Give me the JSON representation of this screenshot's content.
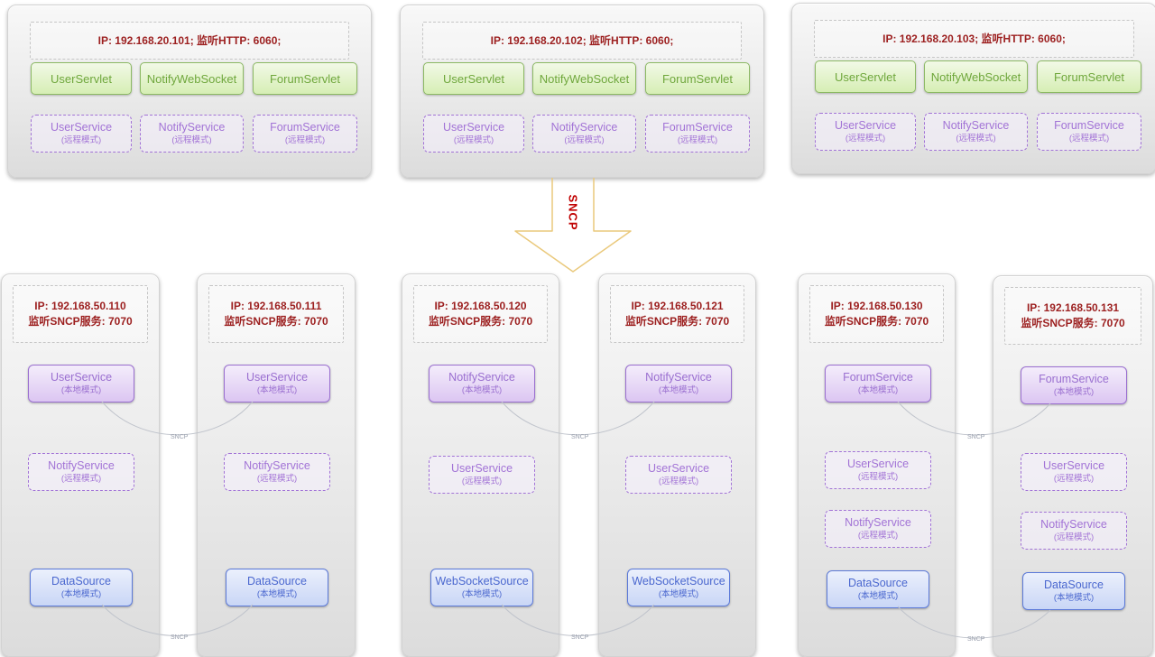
{
  "diagram": {
    "arrow_label": "SNCP",
    "connector_label": "SNCP"
  },
  "colors": {
    "ip_text": "#9c1f1f",
    "servlet_green": "#6fa73c",
    "service_purple": "#9a6fd0",
    "datasource_blue": "#4a67cf",
    "arrow_outline": "#eac97c",
    "connector_gray": "#c0c4cc"
  },
  "web_servers": [
    {
      "header": "IP: 192.168.20.101;  监听HTTP: 6060;",
      "servlets": [
        "UserServlet",
        "NotifyWebSocket",
        "ForumServlet"
      ],
      "services": [
        {
          "name": "UserService",
          "mode": "(远程模式)"
        },
        {
          "name": "NotifyService",
          "mode": "(远程模式)"
        },
        {
          "name": "ForumService",
          "mode": "(远程模式)"
        }
      ]
    },
    {
      "header": "IP: 192.168.20.102;  监听HTTP: 6060;",
      "servlets": [
        "UserServlet",
        "NotifyWebSocket",
        "ForumServlet"
      ],
      "services": [
        {
          "name": "UserService",
          "mode": "(远程模式)"
        },
        {
          "name": "NotifyService",
          "mode": "(远程模式)"
        },
        {
          "name": "ForumService",
          "mode": "(远程模式)"
        }
      ]
    },
    {
      "header": "IP: 192.168.20.103;  监听HTTP: 6060;",
      "servlets": [
        "UserServlet",
        "NotifyWebSocket",
        "ForumServlet"
      ],
      "services": [
        {
          "name": "UserService",
          "mode": "(远程模式)"
        },
        {
          "name": "NotifyService",
          "mode": "(远程模式)"
        },
        {
          "name": "ForumService",
          "mode": "(远程模式)"
        }
      ]
    }
  ],
  "service_servers": [
    {
      "ip": "IP: 192.168.50.110",
      "listen": "监听SNCP服务: 7070",
      "components": [
        {
          "name": "UserService",
          "mode": "(本地模式)",
          "style": "solid-purple"
        },
        {
          "name": "NotifyService",
          "mode": "(远程模式)",
          "style": "dashed-purple"
        },
        {
          "name": "DataSource",
          "mode": "(本地模式)",
          "style": "solid-blue"
        }
      ]
    },
    {
      "ip": "IP: 192.168.50.111",
      "listen": "监听SNCP服务: 7070",
      "components": [
        {
          "name": "UserService",
          "mode": "(本地模式)",
          "style": "solid-purple"
        },
        {
          "name": "NotifyService",
          "mode": "(远程模式)",
          "style": "dashed-purple"
        },
        {
          "name": "DataSource",
          "mode": "(本地模式)",
          "style": "solid-blue"
        }
      ]
    },
    {
      "ip": "IP: 192.168.50.120",
      "listen": "监听SNCP服务: 7070",
      "components": [
        {
          "name": "NotifyService",
          "mode": "(本地模式)",
          "style": "solid-purple"
        },
        {
          "name": "UserService",
          "mode": "(远程模式)",
          "style": "dashed-purple"
        },
        {
          "name": "WebSocketSource",
          "mode": "(本地模式)",
          "style": "solid-blue"
        }
      ]
    },
    {
      "ip": "IP: 192.168.50.121",
      "listen": "监听SNCP服务: 7070",
      "components": [
        {
          "name": "NotifyService",
          "mode": "(本地模式)",
          "style": "solid-purple"
        },
        {
          "name": "UserService",
          "mode": "(远程模式)",
          "style": "dashed-purple"
        },
        {
          "name": "WebSocketSource",
          "mode": "(本地模式)",
          "style": "solid-blue"
        }
      ]
    },
    {
      "ip": "IP: 192.168.50.130",
      "listen": "监听SNCP服务: 7070",
      "components": [
        {
          "name": "ForumService",
          "mode": "(本地模式)",
          "style": "solid-purple"
        },
        {
          "name": "UserService",
          "mode": "(远程模式)",
          "style": "dashed-purple"
        },
        {
          "name": "NotifyService",
          "mode": "(远程模式)",
          "style": "dashed-purple"
        },
        {
          "name": "DataSource",
          "mode": "(本地模式)",
          "style": "solid-blue"
        }
      ]
    },
    {
      "ip": "IP: 192.168.50.131",
      "listen": "监听SNCP服务: 7070",
      "components": [
        {
          "name": "ForumService",
          "mode": "(本地模式)",
          "style": "solid-purple"
        },
        {
          "name": "UserService",
          "mode": "(远程模式)",
          "style": "dashed-purple"
        },
        {
          "name": "NotifyService",
          "mode": "(远程模式)",
          "style": "dashed-purple"
        },
        {
          "name": "DataSource",
          "mode": "(本地模式)",
          "style": "solid-blue"
        }
      ]
    }
  ]
}
